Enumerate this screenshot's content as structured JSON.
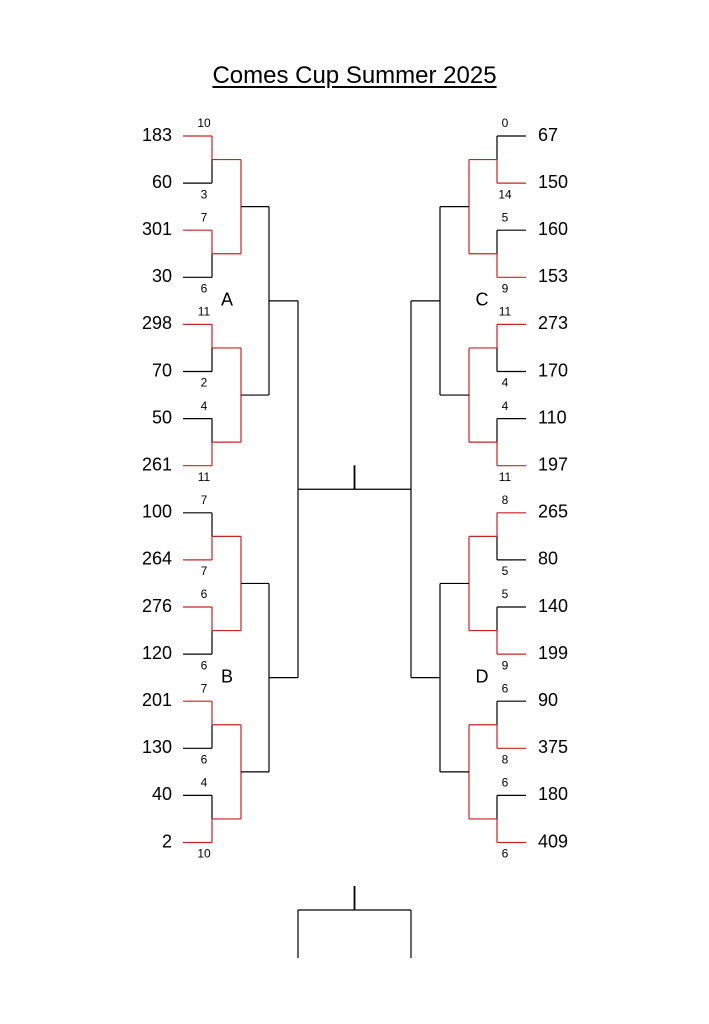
{
  "title": "Comes Cup Summer 2025",
  "colors": {
    "line": "#000000",
    "winner": "#cc2222"
  },
  "left": {
    "entries": [
      {
        "seed": "183",
        "score": "10",
        "won": true
      },
      {
        "seed": "60",
        "score": "3",
        "won": false
      },
      {
        "seed": "301",
        "score": "7",
        "won": true
      },
      {
        "seed": "30",
        "score": "6",
        "won": false
      },
      {
        "seed": "298",
        "score": "11",
        "won": true
      },
      {
        "seed": "70",
        "score": "2",
        "won": false
      },
      {
        "seed": "50",
        "score": "4",
        "won": false
      },
      {
        "seed": "261",
        "score": "11",
        "won": true
      },
      {
        "seed": "100",
        "score": "7",
        "won": false
      },
      {
        "seed": "264",
        "score": "7",
        "won": true
      },
      {
        "seed": "276",
        "score": "6",
        "won": true
      },
      {
        "seed": "120",
        "score": "6",
        "won": false
      },
      {
        "seed": "201",
        "score": "7",
        "won": true
      },
      {
        "seed": "130",
        "score": "6",
        "won": false
      },
      {
        "seed": "40",
        "score": "4",
        "won": false
      },
      {
        "seed": "2",
        "score": "10",
        "won": true
      }
    ],
    "groups": [
      "A",
      "B"
    ]
  },
  "right": {
    "entries": [
      {
        "seed": "67",
        "score": "0",
        "won": false
      },
      {
        "seed": "150",
        "score": "14",
        "won": true
      },
      {
        "seed": "160",
        "score": "5",
        "won": false
      },
      {
        "seed": "153",
        "score": "9",
        "won": true
      },
      {
        "seed": "273",
        "score": "11",
        "won": true
      },
      {
        "seed": "170",
        "score": "4",
        "won": false
      },
      {
        "seed": "110",
        "score": "4",
        "won": false
      },
      {
        "seed": "197",
        "score": "11",
        "won": true
      },
      {
        "seed": "265",
        "score": "8",
        "won": true
      },
      {
        "seed": "80",
        "score": "5",
        "won": false
      },
      {
        "seed": "140",
        "score": "5",
        "won": false
      },
      {
        "seed": "199",
        "score": "9",
        "won": true
      },
      {
        "seed": "90",
        "score": "6",
        "won": false
      },
      {
        "seed": "375",
        "score": "8",
        "won": true
      },
      {
        "seed": "180",
        "score": "6",
        "won": false
      },
      {
        "seed": "409",
        "score": "6",
        "won": true
      }
    ],
    "groups": [
      "C",
      "D"
    ]
  }
}
